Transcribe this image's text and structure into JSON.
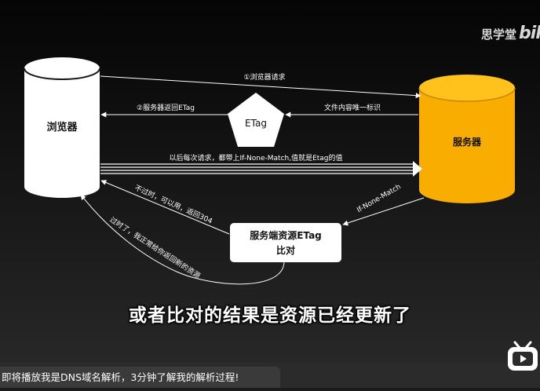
{
  "diagram": {
    "nodes": {
      "browser": "浏览器",
      "server": "服务器",
      "etag": "ETag",
      "compare_line1": "服务端资源ETag",
      "compare_line2": "比对"
    },
    "edges": {
      "browser_request": "①浏览器请求",
      "server_return_etag": "②服务器返回ETag",
      "file_unique_id": "文件内容唯一标识",
      "every_request": "以后每次请求，都带上If-None-Match,值就是Etag的值",
      "if_none_match": "If-None-Match",
      "not_expired": "不过时，可以用，返回304",
      "expired": "过时了，我正常给你返回新的资源"
    },
    "colors": {
      "browser_fill": "#ffffff",
      "server_fill": "#f9ad00",
      "server_top": "#ffc21c",
      "edge": "#ffffff"
    }
  },
  "watermark": {
    "text": "思学堂",
    "logo": "bili"
  },
  "subtitle": "或者比对的结果是资源已经更新了",
  "player": {
    "next_video": "即将播放我是DNS域名解析，3分钟了解我的解析过程!",
    "tv_icon": "bilibili-tv-icon"
  }
}
